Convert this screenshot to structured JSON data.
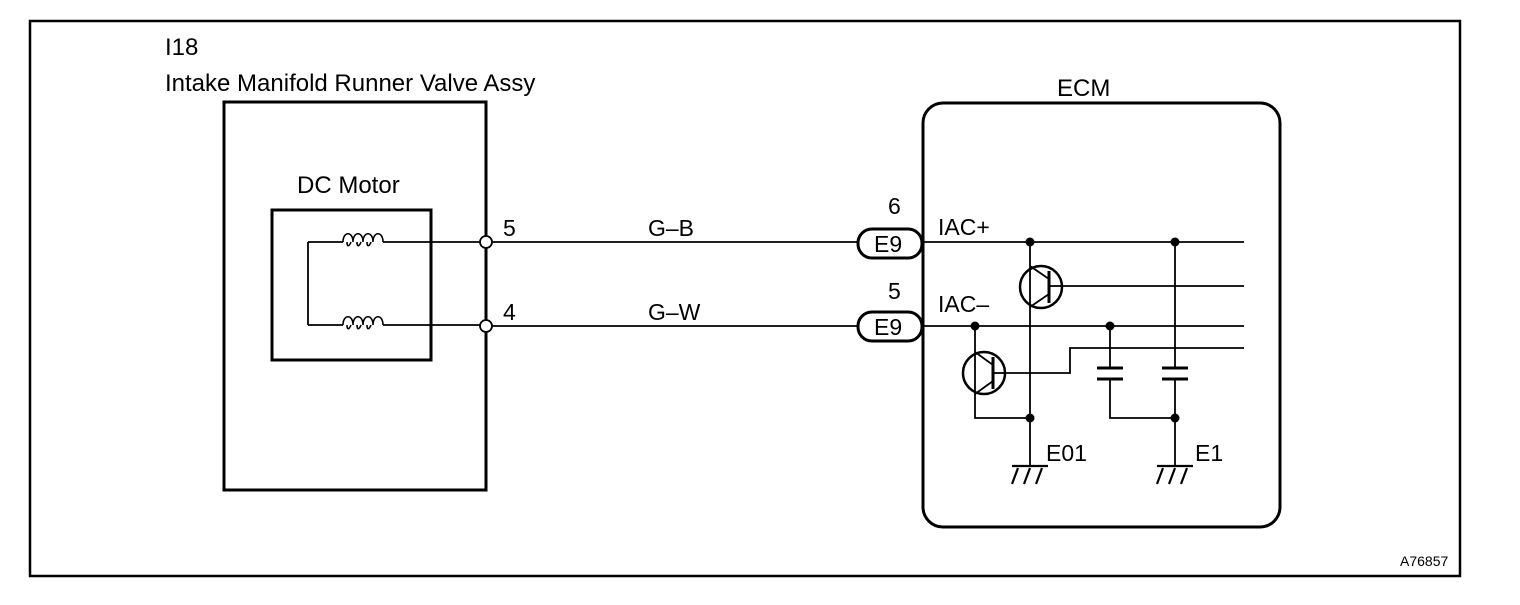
{
  "component": {
    "code": "I18",
    "name": "Intake Manifold Runner Valve Assy",
    "motor_label": "DC Motor"
  },
  "ecm": {
    "label": "ECM",
    "connector": "E9",
    "terminals": {
      "iac_plus": "IAC+",
      "iac_minus": "IAC–",
      "e01": "E01",
      "e1": "E1"
    }
  },
  "wires": [
    {
      "component_pin": "5",
      "color_code": "G–B",
      "ecm_pin": "6"
    },
    {
      "component_pin": "4",
      "color_code": "G–W",
      "ecm_pin": "5"
    }
  ],
  "figure_id": "A76857"
}
